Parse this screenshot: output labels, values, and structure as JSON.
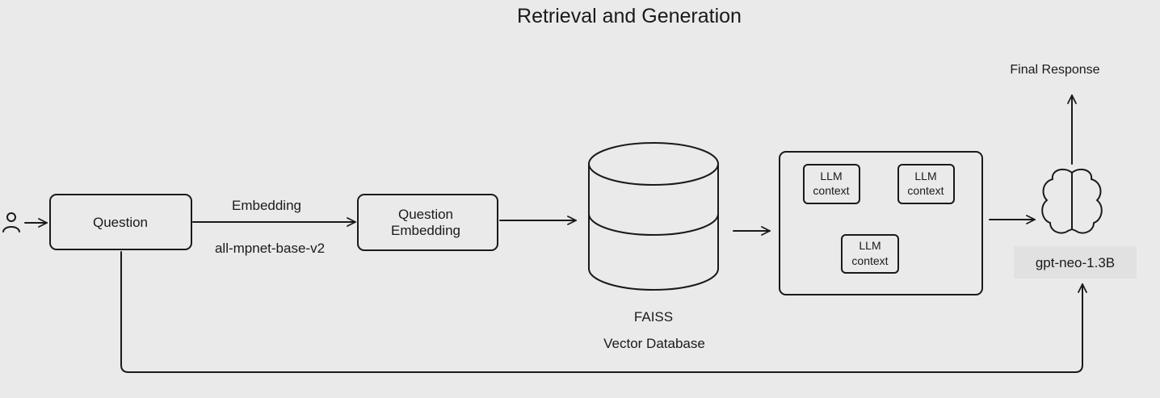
{
  "title": "Retrieval and Generation",
  "nodes": {
    "question": "Question",
    "question_embedding": [
      "Question",
      "Embedding"
    ],
    "faiss": "FAISS",
    "vector_database": "Vector Database",
    "llm_context_1": [
      "LLM",
      "context"
    ],
    "llm_context_2": [
      "LLM",
      "context"
    ],
    "llm_context_3": [
      "LLM",
      "context"
    ],
    "model": "gpt-neo-1.3B",
    "final_response": "Final Response"
  },
  "edges": {
    "embedding_label": "Embedding",
    "embedding_model": "all-mpnet-base-v2"
  },
  "icons": {
    "user": "user-icon",
    "brain": "brain-icon",
    "database": "database-icon"
  },
  "colors": {
    "background": "#eaeaea",
    "stroke": "#1a1a1a",
    "model_label_bg": "#e1e1e1"
  }
}
